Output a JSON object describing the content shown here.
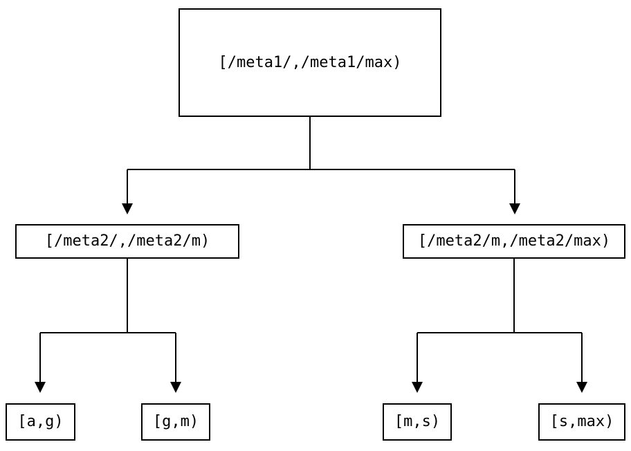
{
  "diagram": {
    "colors": {
      "background": "#ffffff",
      "line": "#000000",
      "text": "#000000"
    },
    "nodes": {
      "root": {
        "label": "[/meta1/,/meta1/max)"
      },
      "left": {
        "label": "[/meta2/,/meta2/m)"
      },
      "right": {
        "label": "[/meta2/m,/meta2/max)"
      },
      "leaf_ag": {
        "label": "[a,g)"
      },
      "leaf_gm": {
        "label": "[g,m)"
      },
      "leaf_ms": {
        "label": "[m,s)"
      },
      "leaf_smax": {
        "label": "[s,max)"
      }
    }
  }
}
